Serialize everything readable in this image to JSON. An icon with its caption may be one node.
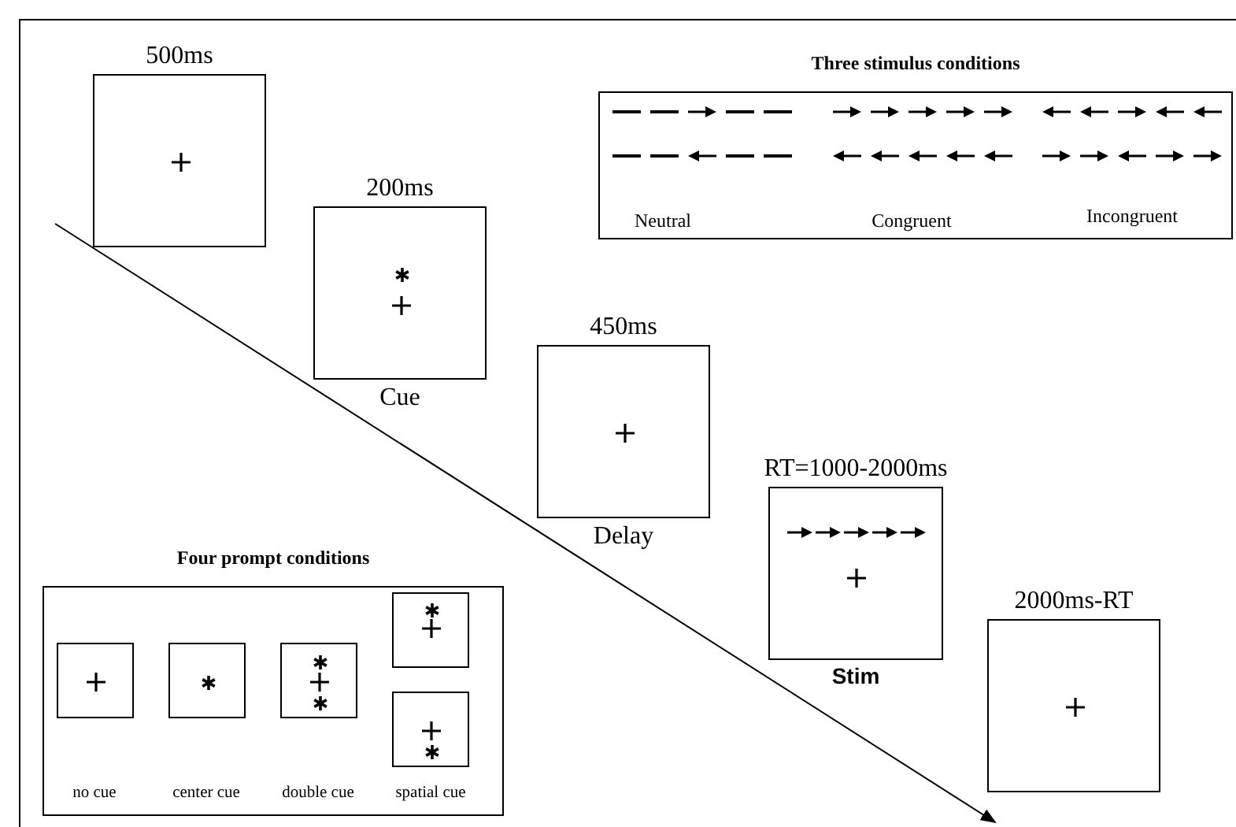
{
  "diagram": {
    "nodes": [
      {
        "text": [],
        "shape": "box",
        "beside": [
          "500ms"
        ]
      },
      {
        "text": [
          "Three stimulus conditions"
        ]
      },
      {
        "text": [],
        "shape": "box",
        "beside": [
          "200ms",
          "Cue"
        ]
      },
      {
        "text": [],
        "shape": "box",
        "beside": [
          "450ms",
          "Delay"
        ]
      },
      {
        "text": [],
        "shape": "box",
        "beside": [
          "RT=1000-2000ms",
          "Stim"
        ]
      },
      {
        "text": [
          "Four prompt conditions"
        ]
      },
      {
        "text": [],
        "shape": "box",
        "in": 5
      },
      {
        "text": [],
        "shape": "box",
        "in": 5
      },
      {
        "text": [],
        "shape": "box",
        "in": 5
      },
      {
        "text": [],
        "shape": "box",
        "in": 5
      },
      {
        "text": [],
        "shape": "box",
        "in": 5,
        "beside": [
          "spatial cue"
        ]
      },
      {
        "text": [],
        "shape": "box",
        "beside": [
          "2000ms-RT"
        ]
      }
    ],
    "labels": [
      "Neutral",
      "Congruent",
      "Incongruent",
      "no cue",
      "center cue",
      "double cue"
    ]
  }
}
